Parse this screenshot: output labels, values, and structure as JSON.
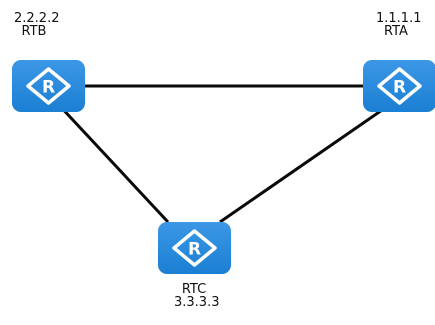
{
  "routers": [
    {
      "id": "RTB",
      "name": "RTB",
      "address": "2.2.2.2"
    },
    {
      "id": "RTA",
      "name": "RTA",
      "address": "1.1.1.1"
    },
    {
      "id": "RTC",
      "name": "RTC",
      "address": "3.3.3.3"
    }
  ],
  "links": [
    [
      "RTB",
      "RTA"
    ],
    [
      "RTB",
      "RTC"
    ],
    [
      "RTA",
      "RTC"
    ]
  ],
  "colors": {
    "router_fill": "#1B7FD3",
    "router_light": "#3C97E6",
    "router_dark": "#0F5FA8",
    "link": "#0A0A0A",
    "icon": "#FFFFFF"
  },
  "icons": {
    "router": "router-icon"
  }
}
